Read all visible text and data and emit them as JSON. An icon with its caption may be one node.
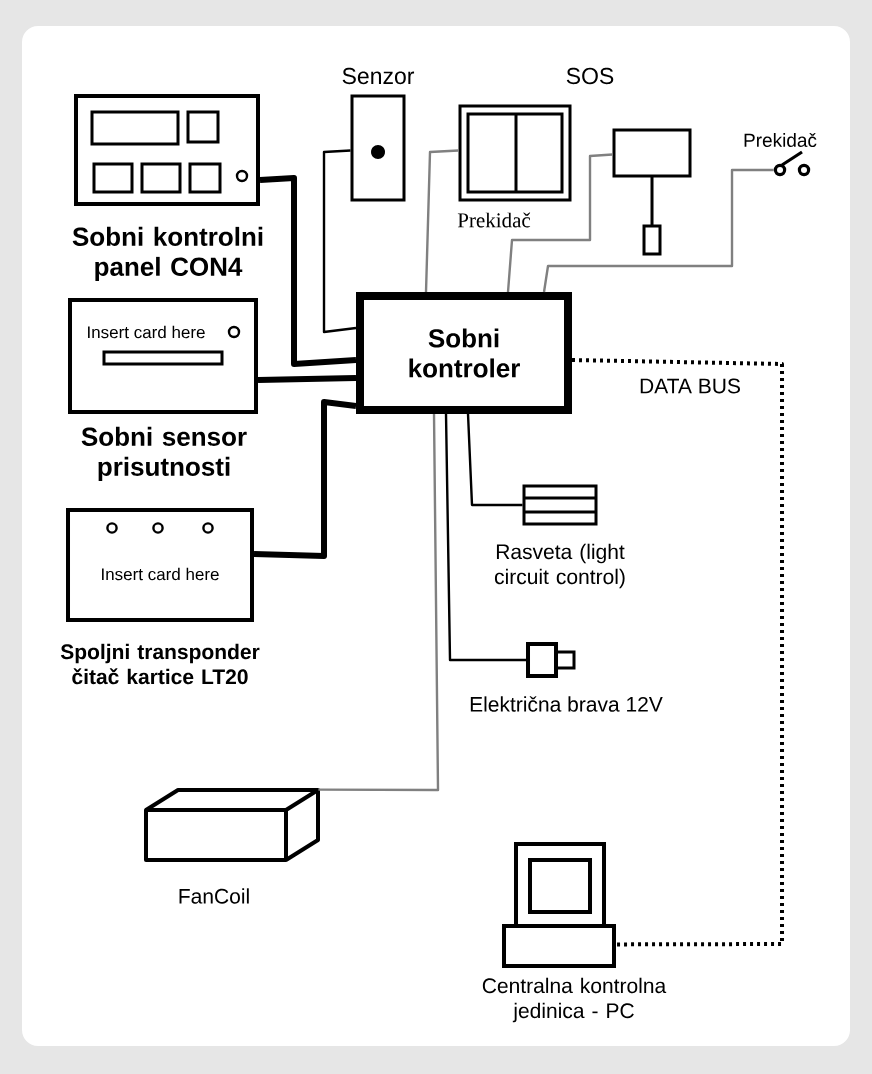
{
  "diagram": {
    "nodes": [
      {
        "text": [
          "Sobni kontrolni panel CON4"
        ]
      },
      {
        "text": [
          "Insert card here",
          "Sobni sensor prisutnosti"
        ]
      },
      {
        "text": [
          "Insert card here",
          "Spoljni transponder čitač kartice LT20"
        ]
      },
      {
        "text": [
          "Senzor"
        ]
      },
      {
        "text": [
          "Prekidač"
        ]
      },
      {
        "text": [
          "SOS"
        ]
      },
      {
        "text": [
          "Prekidač"
        ]
      },
      {
        "text": [
          "Sobni kontroler"
        ]
      },
      {
        "text": [
          "Rasveta (light circuit control)"
        ]
      },
      {
        "text": [
          "Električna brava 12V"
        ]
      },
      {
        "text": [
          "FanCoil"
        ]
      },
      {
        "text": [
          "Centralna kontrolna jedinica - PC"
        ]
      }
    ],
    "edges": [
      {
        "from": 0,
        "to": 7,
        "arrow": "none",
        "style": "thick"
      },
      {
        "from": 1,
        "to": 7,
        "arrow": "none",
        "style": "thick"
      },
      {
        "from": 2,
        "to": 7,
        "arrow": "none",
        "style": "thick"
      },
      {
        "from": 3,
        "to": 7,
        "arrow": "none"
      },
      {
        "from": 4,
        "to": 7,
        "arrow": "none",
        "color": "#808080"
      },
      {
        "from": 5,
        "to": 7,
        "arrow": "none",
        "color": "#808080"
      },
      {
        "from": 6,
        "to": 7,
        "arrow": "none",
        "color": "#808080"
      },
      {
        "from": 7,
        "to": 8,
        "arrow": "none"
      },
      {
        "from": 7,
        "to": 9,
        "arrow": "none"
      },
      {
        "from": 7,
        "to": 10,
        "arrow": "none",
        "color": "#808080"
      },
      {
        "from": 7,
        "to": 11,
        "arrow": "none",
        "style": "dashed",
        "label": "DATA BUS"
      }
    ]
  }
}
